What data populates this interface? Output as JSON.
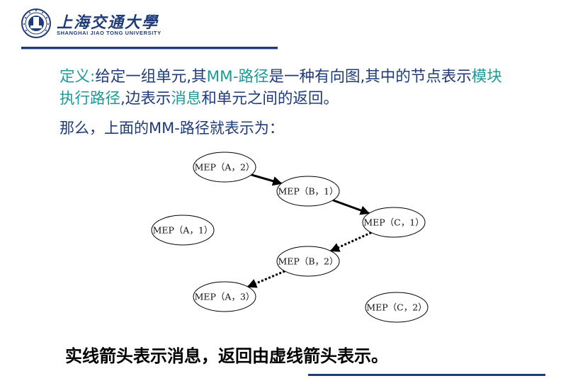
{
  "header": {
    "logo_cn": "上海交通大學",
    "logo_en": "SHANGHAI JIAO TONG UNIVERSITY"
  },
  "definition": {
    "seg1": "定义:",
    "seg2": "给定一组单元,其",
    "seg3": "MM-路径",
    "seg4": "是一种有向图,其中的节点表示",
    "seg5": "模块执行路径",
    "seg6": ",边表示",
    "seg7": "消息",
    "seg8": "和单元之间的返回。"
  },
  "intro_line": "那么，上面的MM-路径就表示为：",
  "diagram": {
    "nodes": [
      {
        "id": "n1",
        "label": "MEP（A，2）"
      },
      {
        "id": "n2",
        "label": "MEP（B，1）"
      },
      {
        "id": "n3",
        "label": "MEP（C，1）"
      },
      {
        "id": "n4",
        "label": "MEP（A，1）"
      },
      {
        "id": "n5",
        "label": "MEP（B，2）"
      },
      {
        "id": "n6",
        "label": "MEP（A，3）"
      },
      {
        "id": "n7",
        "label": "MEP（C，2）"
      }
    ],
    "edges": [
      {
        "from": "n1",
        "to": "n2",
        "style": "solid"
      },
      {
        "from": "n2",
        "to": "n3",
        "style": "solid"
      },
      {
        "from": "n3",
        "to": "n5",
        "style": "dotted"
      },
      {
        "from": "n5",
        "to": "n6",
        "style": "dotted"
      }
    ]
  },
  "caption": "实线箭头表示消息，返回由虚线箭头表示。",
  "colors": {
    "navy": "#1f3b7a",
    "teal": "#1d9a98"
  }
}
